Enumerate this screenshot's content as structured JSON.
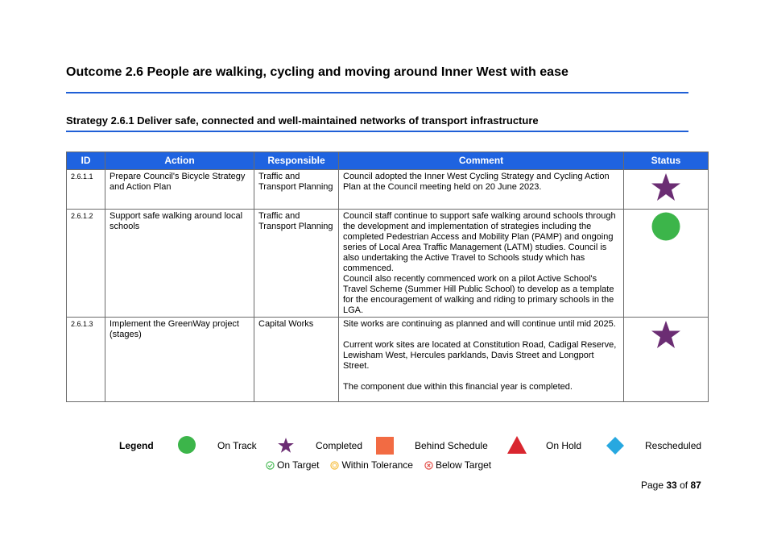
{
  "outcome": {
    "title": "Outcome 2.6 People are walking, cycling and moving around Inner West with ease"
  },
  "strategy": {
    "title": "Strategy 2.6.1 Deliver safe, connected and well-maintained networks of transport infrastructure"
  },
  "table": {
    "headers": [
      "ID",
      "Action",
      "Responsible",
      "Comment",
      "Status"
    ],
    "rows": [
      {
        "id": "2.6.1.1",
        "action": "Prepare Council's Bicycle Strategy and Action Plan",
        "responsible": "Traffic and Transport Planning",
        "comment": [
          "Council adopted the Inner West Cycling Strategy and Cycling Action Plan at the Council meeting held on 20 June 2023."
        ],
        "status": "Completed",
        "status_icon": "star-icon",
        "status_color": "#6b2d73"
      },
      {
        "id": "2.6.1.2",
        "action": "Support safe walking around local schools",
        "responsible": "Traffic and Transport Planning",
        "comment": [
          "Council staff continue to support safe walking around schools through the development and implementation of strategies including the completed Pedestrian Access and Mobility Plan (PAMP) and ongoing series of Local Area Traffic Management (LATM) studies. Council is also undertaking the Active Travel to Schools study which has commenced.",
          "Council also recently commenced work on a pilot Active School's Travel Scheme (Summer Hill Public School) to develop as a template for the encouragement of walking and riding to primary schools in the LGA."
        ],
        "status": "On Track",
        "status_icon": "circle-icon",
        "status_color": "#3cb54a"
      },
      {
        "id": "2.6.1.3",
        "action": "Implement the GreenWay project (stages)",
        "responsible": "Capital Works",
        "comment": [
          "Site works are continuing as planned and will continue until mid 2025.",
          "",
          "Current work sites are located at Constitution Road, Cadigal Reserve, Lewisham West, Hercules parklands, Davis Street and Longport Street.",
          "",
          "The component due within this financial year is completed."
        ],
        "status": "Completed",
        "status_icon": "star-icon",
        "status_color": "#6b2d73"
      }
    ]
  },
  "legend": {
    "title": "Legend",
    "items": [
      {
        "label": "On Track",
        "icon": "circle-icon",
        "color": "#3cb54a"
      },
      {
        "label": "Completed",
        "icon": "star-icon",
        "color": "#6b2d73"
      },
      {
        "label": "Behind Schedule",
        "icon": "square-icon",
        "color": "#f26b43"
      },
      {
        "label": "On Hold",
        "icon": "triangle-icon",
        "color": "#d9262f"
      },
      {
        "label": "Rescheduled",
        "icon": "diamond-icon",
        "color": "#27a8e0"
      }
    ],
    "sub_items": [
      {
        "label": "On Target",
        "icon": "check-circle-icon",
        "color": "#3cb54a"
      },
      {
        "label": "Within Tolerance",
        "icon": "tolerance-circle-icon",
        "color": "#f5b82e"
      },
      {
        "label": "Below Target",
        "icon": "cross-circle-icon",
        "color": "#e0403a"
      }
    ]
  },
  "page": {
    "prefix": "Page",
    "current": "33",
    "separator": "of",
    "total": "87"
  }
}
